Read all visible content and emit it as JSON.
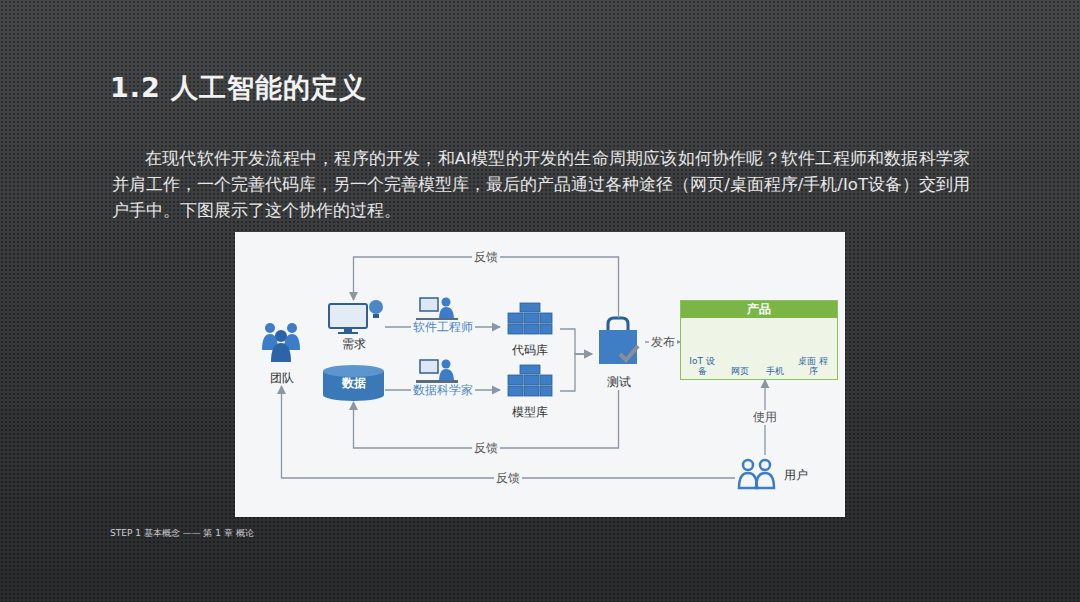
{
  "diagram": {
    "title": "1.2 人工智能的定义",
    "nodes": [
      {
        "text": [
          "团队"
        ]
      },
      {
        "text": [
          "需求"
        ]
      },
      {
        "text": [
          "数据"
        ]
      },
      {
        "text": [
          "代码库"
        ]
      },
      {
        "text": [
          "模型库"
        ]
      },
      {
        "text": [
          "测试"
        ]
      },
      {
        "text": [
          "产品"
        ]
      },
      {
        "text": [
          "IoT 设备"
        ],
        "in": 6
      },
      {
        "text": [
          "网页"
        ],
        "in": 6
      },
      {
        "text": [
          "手机"
        ],
        "in": 6
      },
      {
        "text": [
          "桌面 程序"
        ],
        "in": 6
      },
      {
        "text": [
          "用户"
        ]
      }
    ],
    "edges": [
      {
        "from": 1,
        "to": 3,
        "label": "软件工程师",
        "arrow": "to"
      },
      {
        "from": 2,
        "to": 4,
        "label": "数据科学家",
        "arrow": "to"
      },
      {
        "from": 3,
        "to": 5,
        "arrow": "to"
      },
      {
        "from": 4,
        "to": 5,
        "arrow": "to"
      },
      {
        "from": 5,
        "to": 6,
        "label": "发布",
        "arrow": "to"
      },
      {
        "from": 5,
        "to": 1,
        "label": "反馈",
        "arrow": "to"
      },
      {
        "from": 5,
        "to": 2,
        "label": "反馈",
        "arrow": "to"
      },
      {
        "from": 11,
        "to": 6,
        "label": "使用",
        "arrow": "to"
      },
      {
        "from": 11,
        "to": 0,
        "label": "反馈",
        "arrow": "to"
      }
    ],
    "labels": [
      "在现代软件开发流程中，程序的开发，和AI模型的开发的生命周期应该如何协作呢？软件工程师和数据科学家并肩工作，一个完善代码库，另一个完善模型库，最后的产品通过各种途径（网页/桌面程序/手机/IoT设备）交到用户手中。下图展示了这个协作的过程。",
      "STEP 1 基本概念 —— 第 1 章 概论"
    ]
  }
}
